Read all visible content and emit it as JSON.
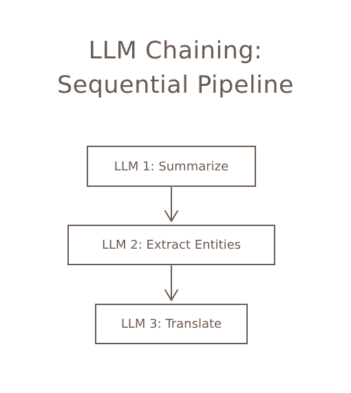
{
  "diagram": {
    "title_line1": "LLM Chaining:",
    "title_line2": "Sequential Pipeline",
    "nodes": [
      {
        "id": "n1",
        "label": "LLM 1: Summarize"
      },
      {
        "id": "n2",
        "label": "LLM 2: Extract Entities"
      },
      {
        "id": "n3",
        "label": "LLM 3: Translate"
      }
    ],
    "edges": [
      {
        "from": "n1",
        "to": "n2"
      },
      {
        "from": "n2",
        "to": "n3"
      }
    ],
    "colors": {
      "stroke": "#6b5a50",
      "text": "#6b5a50",
      "background": "#ffffff"
    }
  }
}
